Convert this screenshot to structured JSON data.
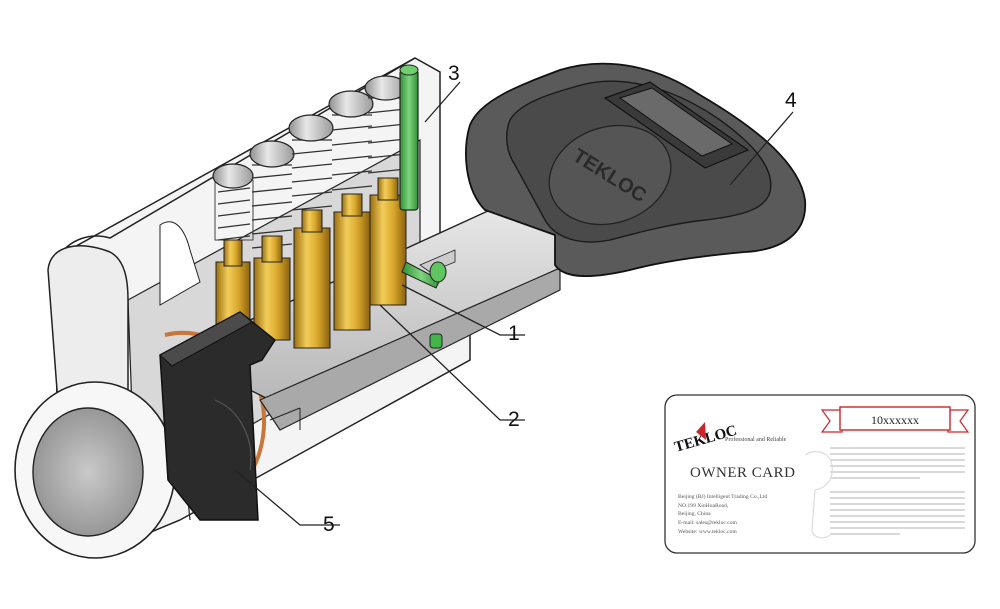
{
  "callouts": {
    "c1": "1",
    "c2": "2",
    "c3": "3",
    "c4": "4",
    "c5": "5"
  },
  "key": {
    "brand": "TEKLOC"
  },
  "owner_card": {
    "logo": "TEKLOC",
    "tagline": "Professional and Reliable",
    "code": "10xxxxxx",
    "title": "OWNER CARD",
    "company_lines": [
      "Beijing (BJ) Intelligent Trading Co.,Ltd",
      "NO.199 XinHuaRoad,",
      "Beijing, China",
      "E-mail:   sales@tekloc.com",
      "Website:  www.tekloc.com"
    ]
  },
  "colors": {
    "brass": "#d9a82c",
    "pin_green": "#43b649",
    "knob_dark": "#4a4a4a",
    "card_red": "#c8262b",
    "copper_ring": "#c8773a"
  }
}
